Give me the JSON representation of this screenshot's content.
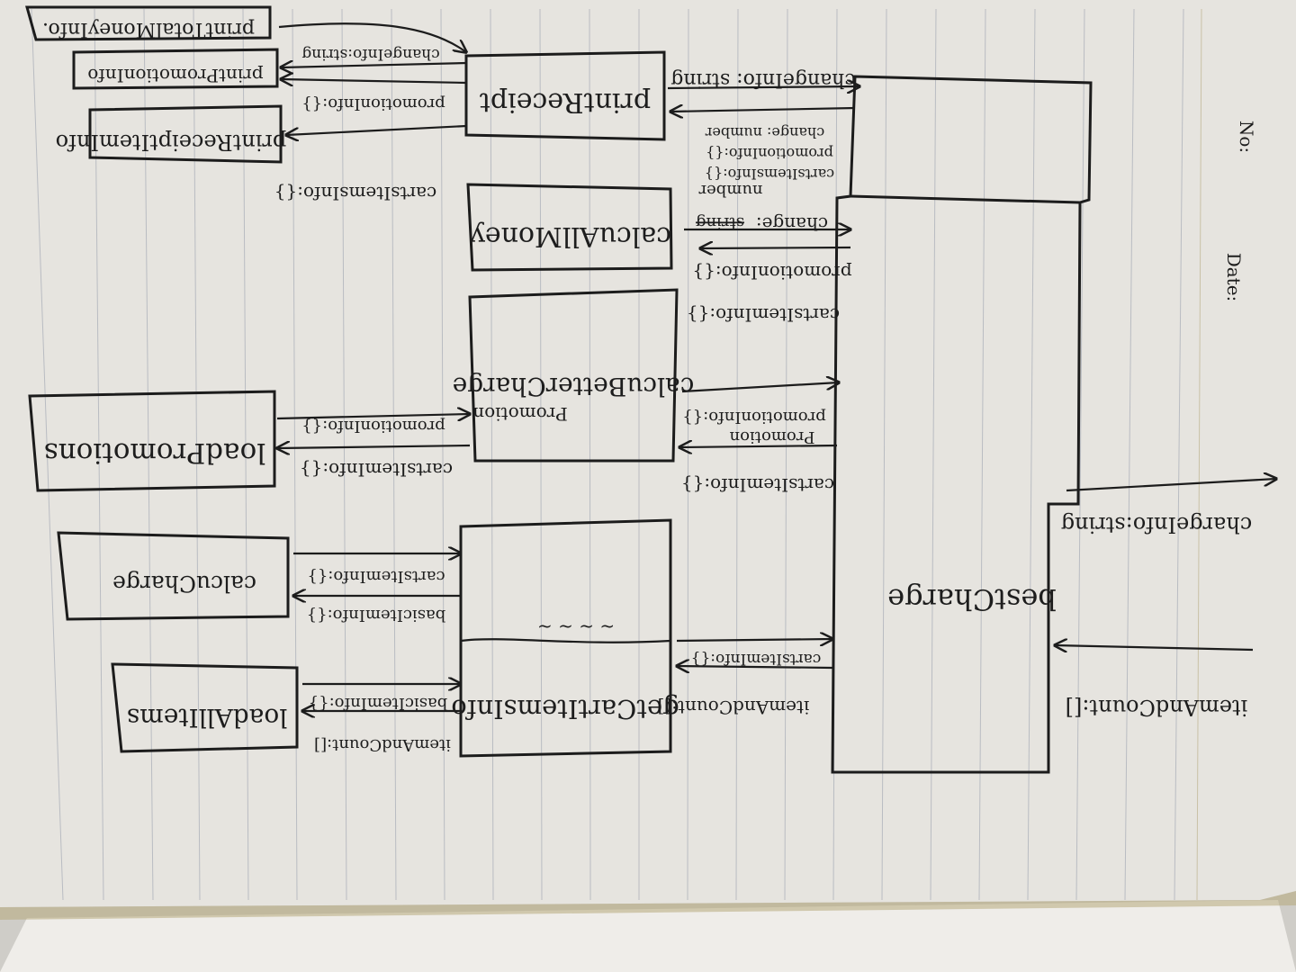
{
  "page": {
    "header_no": "No:",
    "header_date": "Date:"
  },
  "boxes": {
    "best_change": "bestCharge",
    "print_receipt": "printReceipt",
    "calcu_all_money": "calcuAllMoney",
    "calcu_better_change": "calcuBetterCharge",
    "calcu_better_change_prefix": "Promotion",
    "load_promotions": "loadPromotions",
    "calcu_change": "calcuCharge",
    "get_cart_items_info": "getCartItemsInfo",
    "load_all_items": "loadAllItems",
    "print_receipt_item_info": "printReceiptItemInfo",
    "print_promotion_info": "printPromotionInfo",
    "print_total_money_info": "printTotalMoneyInfo."
  },
  "labels": {
    "input_item_and_count": "itemAndCount:[]",
    "output_charge_info": "chargeInfo:string",
    "bc_gc_item_and_count": "itemAndCount:[]",
    "gc_bc_carts_item_info": "cartsItemInfo:{}",
    "gc_la_item_and_count": "itemAndCount:[]",
    "la_gc_basic_item_info": "basicItemInfo:{}",
    "gc_cc_basic_item_info": "basicItemInfo:{}",
    "gc_cc_carts_item_info": "cartsItemInfo:{}",
    "bc_cb_carts_item_info": "cartsItemInfo:{}",
    "cb_bc_promotion": "Promotion",
    "cb_bc_promotion_info": "promotionInfo:{}",
    "cb_lp_carts_item_info": "cartsItemInfo:{}",
    "lp_cb_promotion_info": "promotionInfo:{}",
    "bc_cm_carts_item_info": "cartsItemInfo:{}",
    "bc_cm_promotion_info": "promotionInfo:{}",
    "cm_bc_change": "change:",
    "cm_bc_change_struck": "string",
    "cm_bc_change_number": "number",
    "bc_pr_carts_items_info": "cartsItemsInfo:{}",
    "bc_pr_promotion_info": "promotionInfo:{}",
    "bc_pr_change": "change: number",
    "pr_bc_change_info": "changeInfo: string",
    "pr_pri_carts_items_info": "cartsItemsInfo:{}",
    "pr_ppi_promotion_info": "promotionInfo:{}",
    "pr_ptm_change_info": "changeInfo:string"
  },
  "colors": {
    "paper": "#e6e4df",
    "ink": "#1c1c1c",
    "rule_line": "#b9bcc2",
    "header_print": "#9a9ca2"
  }
}
